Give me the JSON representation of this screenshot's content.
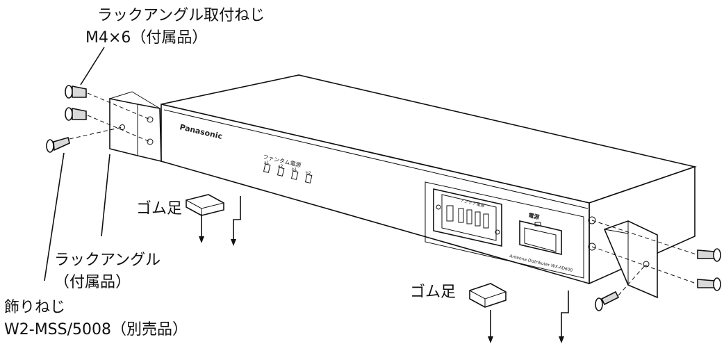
{
  "labels": {
    "rack_screw_line1": "ラックアングル取付ねじ",
    "rack_screw_line2": "M4×6（付属品）",
    "rubber_foot_left": "ゴム足",
    "rubber_foot_right": "ゴム足",
    "rack_angle_line1": "ラックアングル",
    "rack_angle_line2": "（付属品）",
    "deco_screw_line1": "飾りねじ",
    "deco_screw_line2": "W2-MSS/5008（別売品）"
  },
  "device": {
    "brand": "Panasonic",
    "phantom_label": "ファンタム電源",
    "phantom_channels": [
      "a1",
      "a2",
      "b1",
      "b2"
    ],
    "power_label": "電源",
    "model_text": "Antenna Distributer WX-AD600",
    "panel_title": "アンテナ電源"
  }
}
